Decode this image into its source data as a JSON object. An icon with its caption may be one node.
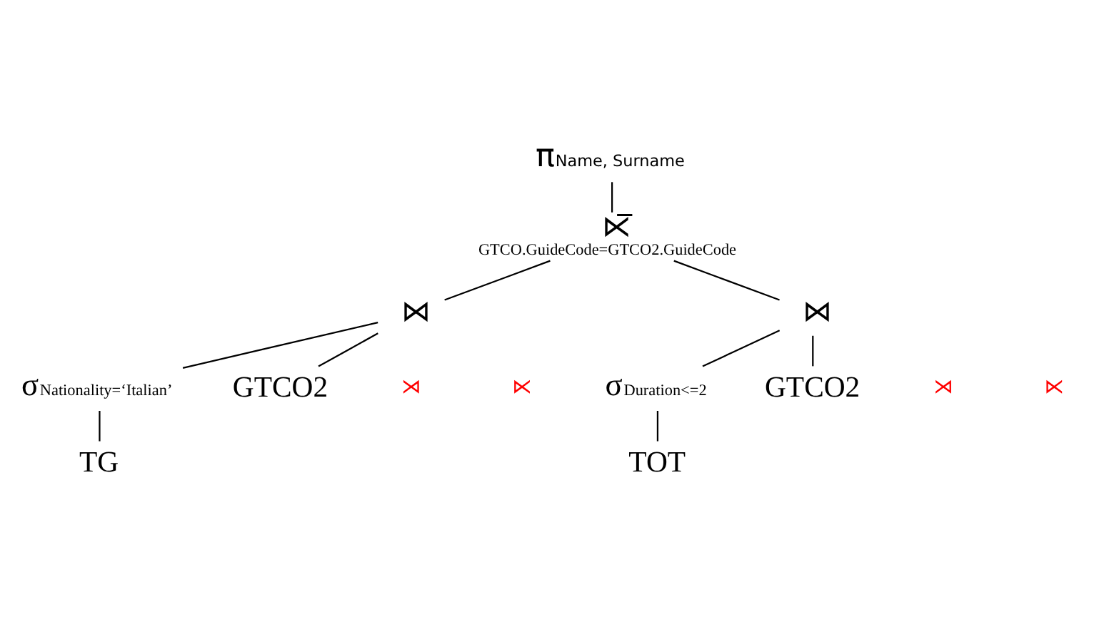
{
  "diagram": {
    "nodes": [
      {
        "text": [
          "π$_{Name, Surname}$"
        ]
      },
      {
        "text": [
          "⋉̅",
          "GTCO.GuideCode=GTCO2.GuideCode"
        ]
      },
      {
        "text": [
          "⋈"
        ]
      },
      {
        "text": [
          "⋈"
        ]
      },
      {
        "text": [
          "σ$_{Nationality=‘Italian’}$"
        ]
      },
      {
        "text": [
          "TG"
        ]
      },
      {
        "text": [
          "GTCO2"
        ]
      },
      {
        "text": [
          "σ$_{Duration<=2}$"
        ]
      },
      {
        "text": [
          "TOT"
        ]
      },
      {
        "text": [
          "GTCO2"
        ]
      }
    ],
    "edges": [
      {
        "from": 0,
        "to": 1,
        "arrow": "none"
      },
      {
        "from": 1,
        "to": 2,
        "arrow": "none"
      },
      {
        "from": 1,
        "to": 3,
        "arrow": "none"
      },
      {
        "from": 2,
        "to": 4,
        "arrow": "none"
      },
      {
        "from": 2,
        "to": 6,
        "arrow": "none"
      },
      {
        "from": 4,
        "to": 5,
        "arrow": "none"
      },
      {
        "from": 3,
        "to": 7,
        "arrow": "none"
      },
      {
        "from": 3,
        "to": 9,
        "arrow": "none"
      },
      {
        "from": 7,
        "to": 8,
        "arrow": "none"
      }
    ],
    "labels": [
      "⋊",
      "⋉",
      "⋊",
      "⋉"
    ]
  }
}
